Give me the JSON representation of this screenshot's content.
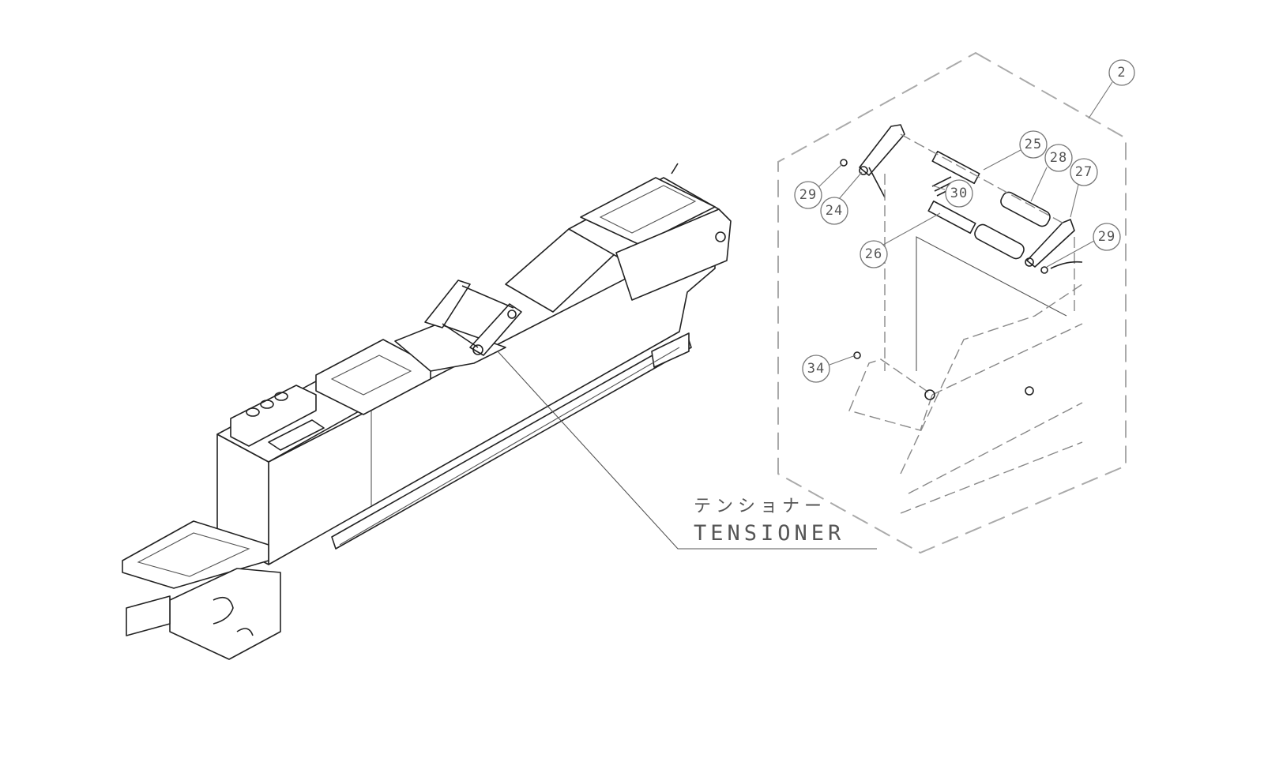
{
  "callout": {
    "label_jp": "テンショナー",
    "label_en": "TENSIONER"
  },
  "balloons": {
    "assembly": "2",
    "roller_a": "25",
    "roller_b": "28",
    "arm_right": "27",
    "screw_left": "29",
    "arm_left": "24",
    "spring": "30",
    "shaft": "26",
    "screw_right": "29",
    "screw_bottom": "34"
  }
}
